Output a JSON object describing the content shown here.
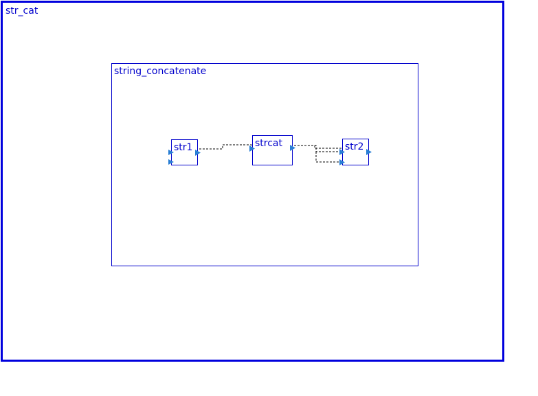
{
  "outer_block": {
    "label": "str_cat"
  },
  "superblock": {
    "label": "string_concatenate"
  },
  "blocks": {
    "str1": {
      "label": "str1"
    },
    "strcat": {
      "label": "strcat"
    },
    "str2": {
      "label": "str2"
    }
  },
  "colors": {
    "frame": "#0000dd",
    "label": "#0000cc",
    "port": "#2a7fd4",
    "link": "#000000"
  }
}
